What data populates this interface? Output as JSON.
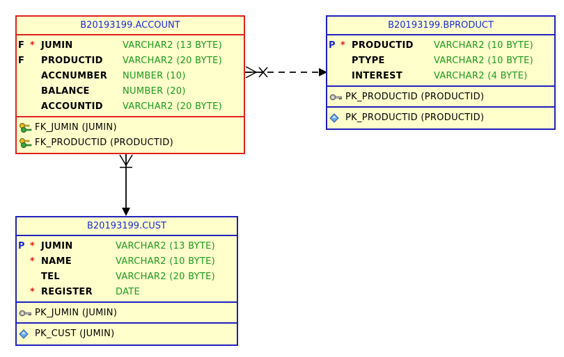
{
  "account": {
    "title": "B20193199.ACCOUNT",
    "columns": [
      {
        "flag": "F",
        "required": "*",
        "name": "JUMIN",
        "type": "VARCHAR2 (13 BYTE)"
      },
      {
        "flag": "F",
        "required": "",
        "name": "PRODUCTID",
        "type": "VARCHAR2 (20 BYTE)"
      },
      {
        "flag": "",
        "required": "",
        "name": "ACCNUMBER",
        "type": "NUMBER (10)"
      },
      {
        "flag": "",
        "required": "",
        "name": "BALANCE",
        "type": "NUMBER (20)"
      },
      {
        "flag": "",
        "required": "",
        "name": "ACCOUNTID",
        "type": "VARCHAR2 (20 BYTE)"
      }
    ],
    "foreign_keys": [
      "FK_JUMIN (JUMIN)",
      "FK_PRODUCTID (PRODUCTID)"
    ]
  },
  "bproduct": {
    "title": "B20193199.BPRODUCT",
    "columns": [
      {
        "flag": "P",
        "required": "*",
        "name": "PRODUCTID",
        "type": "VARCHAR2 (10 BYTE)"
      },
      {
        "flag": "",
        "required": "",
        "name": "PTYPE",
        "type": "VARCHAR2 (10 BYTE)"
      },
      {
        "flag": "",
        "required": "",
        "name": "INTEREST",
        "type": "VARCHAR2 (4 BYTE)"
      }
    ],
    "primary_key": "PK_PRODUCTID (PRODUCTID)",
    "index": "PK_PRODUCTID (PRODUCTID)"
  },
  "cust": {
    "title": "B20193199.CUST",
    "columns": [
      {
        "flag": "P",
        "required": "*",
        "name": "JUMIN",
        "type": "VARCHAR2 (13 BYTE)"
      },
      {
        "flag": "",
        "required": "*",
        "name": "NAME",
        "type": "VARCHAR2 (10 BYTE)"
      },
      {
        "flag": "",
        "required": "",
        "name": "TEL",
        "type": "VARCHAR2 (20 BYTE)"
      },
      {
        "flag": "",
        "required": "*",
        "name": "REGISTER",
        "type": "DATE"
      }
    ],
    "primary_key": "PK_JUMIN (JUMIN)",
    "index": "PK_CUST (JUMIN)"
  },
  "colors": {
    "border": "#2020c0",
    "selected_border": "#e0201c",
    "table_fill": "#ffffcc",
    "title_text": "#1a2ad8",
    "type_text": "#1a9a1a",
    "required_mark": "#e0201c"
  },
  "icons": {
    "foreign_key": "fk-key-pair-icon",
    "primary_key": "pk-key-icon",
    "index": "index-diamond-icon"
  }
}
